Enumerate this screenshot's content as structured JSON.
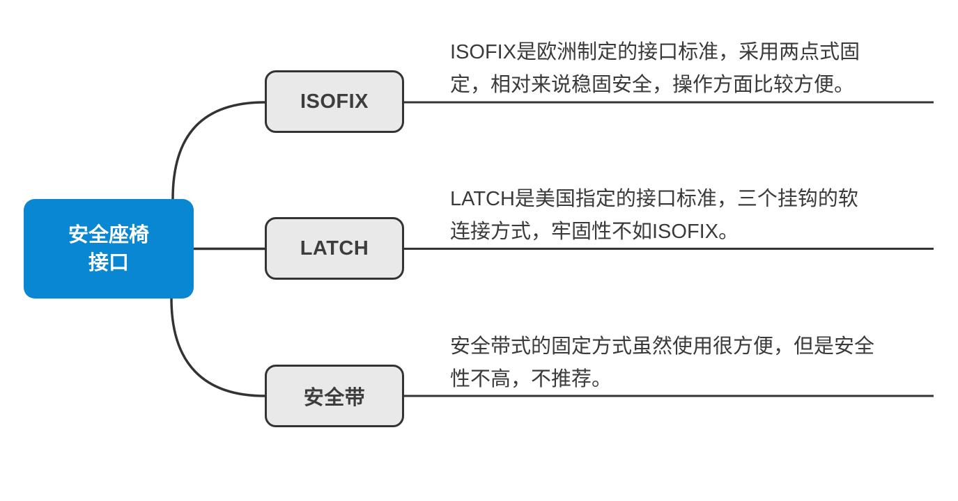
{
  "colors": {
    "background": "#ffffff",
    "root_bg": "#0a87d2",
    "root_text": "#ffffff",
    "node_bg": "#e9e9e9",
    "node_border": "#333333",
    "node_text": "#3d3d3d",
    "line": "#333333",
    "desc_text": "#3a3a3a"
  },
  "root": {
    "label_lines": [
      "安全座椅",
      "接口"
    ]
  },
  "branches": [
    {
      "label": "ISOFIX",
      "description_lines": [
        "ISOFIX是欧洲制定的接口标准，采用两点式固",
        "定，相对来说稳固安全，操作方面比较方便。"
      ]
    },
    {
      "label": "LATCH",
      "description_lines": [
        "LATCH是美国指定的接口标准，三个挂钩的软",
        "连接方式，牢固性不如ISOFIX。"
      ]
    },
    {
      "label": "安全带",
      "description_lines": [
        "安全带式的固定方式虽然使用很方便，但是安全",
        "性不高，不推荐。"
      ]
    }
  ]
}
